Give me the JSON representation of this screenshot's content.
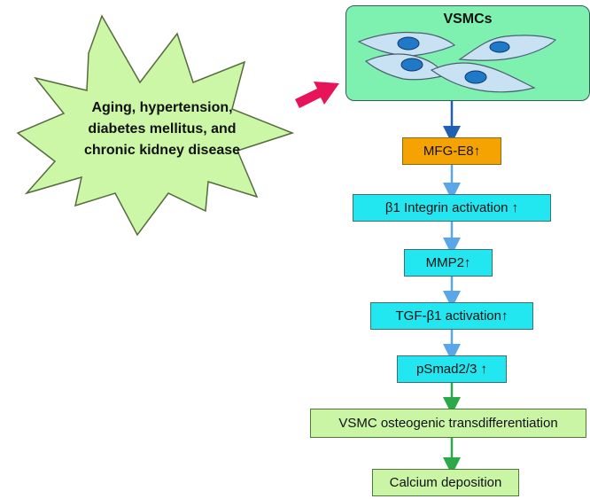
{
  "trigger": {
    "text": "Aging, hypertension, diabetes mellitus, and chronic kidney disease",
    "lines": [
      "Aging, hypertension,",
      "diabetes mellitus, and",
      "chronic kidney disease"
    ]
  },
  "cells": {
    "title": "VSMCs"
  },
  "pathway": {
    "steps": [
      "MFG-E8↑",
      "β1 Integrin activation ↑",
      "MMP2↑",
      "TGF-β1 activation↑",
      "pSmad2/3 ↑",
      "VSMC osteogenic transdifferentiation",
      "Calcium deposition"
    ]
  },
  "colors": {
    "star_fill": "#ccf7a6",
    "cells_panel": "#7ef0b0",
    "mfg_box": "#f5a300",
    "signal_box": "#22e6f0",
    "outcome_box": "#c9f5a5",
    "arrow_dark_blue": "#1f5fb4",
    "arrow_light_blue": "#5aa6e6",
    "arrow_green": "#2aa84a",
    "pink_arrow": "#e8145a",
    "cell_body": "#c8e2f4",
    "nucleus": "#1f78c8"
  }
}
